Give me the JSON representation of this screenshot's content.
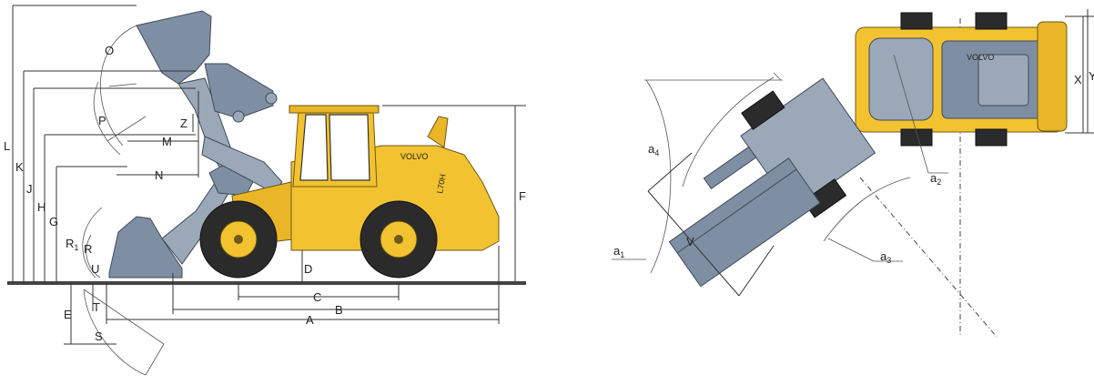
{
  "side_view": {
    "brand_text": "VOLVO",
    "model_text": "L70H",
    "dimension_labels": [
      "A",
      "B",
      "C",
      "D",
      "E",
      "F",
      "G",
      "H",
      "J",
      "K",
      "L",
      "M",
      "N",
      "O",
      "P",
      "R",
      "R1",
      "S",
      "T",
      "U",
      "Z"
    ]
  },
  "top_view": {
    "brand_text": "VOLVO",
    "dimension_labels": [
      "a1",
      "a2",
      "a3",
      "a4",
      "V",
      "X",
      "Y"
    ]
  },
  "colors": {
    "machine_yellow": "#f2c230",
    "attachment_steel": "#7f8fa3",
    "tire": "#2b2b2b",
    "line": "#333333"
  }
}
